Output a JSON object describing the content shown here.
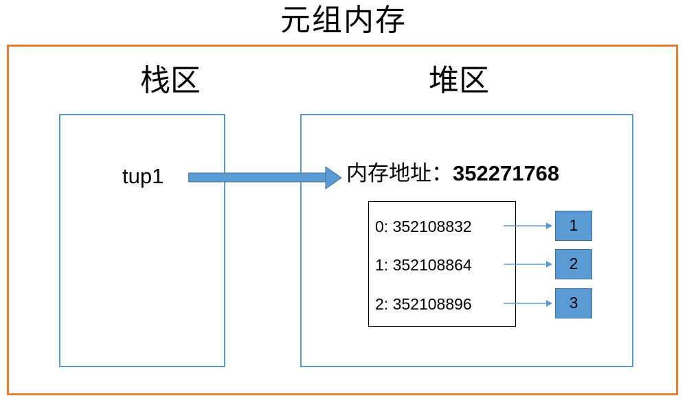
{
  "title": "元组内存",
  "stack": {
    "label": "栈区",
    "variable": "tup1"
  },
  "heap": {
    "label": "堆区",
    "address_label": "内存地址：",
    "address_value": "352271768",
    "slots": [
      {
        "text": "0: 352108832",
        "value": "1"
      },
      {
        "text": "1: 352108864",
        "value": "2"
      },
      {
        "text": "2: 352108896",
        "value": "3"
      }
    ]
  },
  "colors": {
    "frame": "#ED7D31",
    "region": "#5B9BD5",
    "value_fill": "#5B9BD5",
    "arrow": "#5B9BD5"
  }
}
